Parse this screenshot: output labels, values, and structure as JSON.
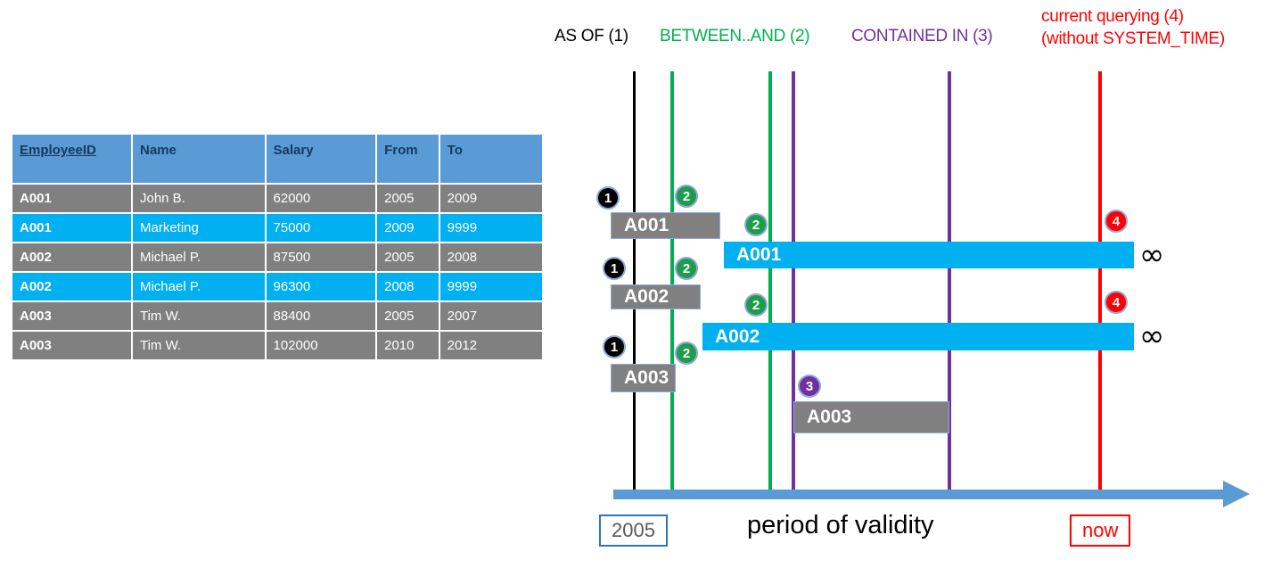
{
  "table": {
    "columns": [
      "EmployeeID",
      "Name",
      "Salary",
      "From",
      "To"
    ],
    "rows": [
      {
        "id": "A001",
        "name": "John  B.",
        "salary": "62000",
        "from": "2005",
        "to": "2009",
        "style": "gray"
      },
      {
        "id": "A001",
        "name": "Marketing",
        "salary": "75000",
        "from": "2009",
        "to": "9999",
        "style": "cyan"
      },
      {
        "id": "A002",
        "name": "Michael P.",
        "salary": "87500",
        "from": "2005",
        "to": "2008",
        "style": "gray"
      },
      {
        "id": "A002",
        "name": "Michael P.",
        "salary": "96300",
        "from": "2008",
        "to": "9999",
        "style": "cyan"
      },
      {
        "id": "A003",
        "name": "Tim W.",
        "salary": "88400",
        "from": "2005",
        "to": "2007",
        "style": "gray"
      },
      {
        "id": "A003",
        "name": "Tim W.",
        "salary": "102000",
        "from": "2010",
        "to": "2012",
        "style": "gray"
      }
    ]
  },
  "diagram": {
    "headers": {
      "as_of": "AS OF (1)",
      "between_and": "BETWEEN..AND (2)",
      "contained_in": "CONTAINED IN (3)",
      "current_line1": "current querying (4)",
      "current_line2": "(without SYSTEM_TIME)"
    },
    "bars": [
      {
        "label": "A001",
        "style": "gray"
      },
      {
        "label": "A001",
        "style": "cyan"
      },
      {
        "label": "A002",
        "style": "gray"
      },
      {
        "label": "A002",
        "style": "cyan"
      },
      {
        "label": "A003",
        "style": "gray"
      },
      {
        "label": "A003",
        "style": "gray"
      }
    ],
    "markers": [
      {
        "num": "1"
      },
      {
        "num": "2"
      },
      {
        "num": "2"
      },
      {
        "num": "1"
      },
      {
        "num": "2"
      },
      {
        "num": "2"
      },
      {
        "num": "1"
      },
      {
        "num": "2"
      },
      {
        "num": "3"
      },
      {
        "num": "4"
      },
      {
        "num": "4"
      }
    ],
    "infinity": "∞",
    "axis_title": "period of validity",
    "axis_start_label": "2005",
    "axis_now_label": "now"
  },
  "colors": {
    "header_blue": "#5B9BD5",
    "row_gray": "#808080",
    "row_cyan": "#00B0F0",
    "line_green": "#00B050",
    "line_purple": "#7030A0",
    "line_red": "#FF0000",
    "line_black": "#000000",
    "axis_blue": "#5B9BD5"
  }
}
